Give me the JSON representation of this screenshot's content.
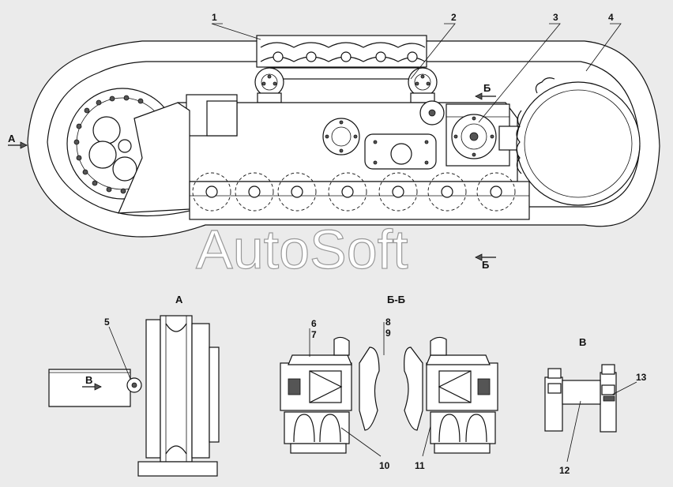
{
  "watermark": "AutoSoft",
  "callouts": {
    "c1": "1",
    "c2": "2",
    "c3": "3",
    "c4": "4",
    "c5": "5",
    "c6": "6",
    "c7": "7",
    "c8": "8",
    "c9": "9",
    "c10": "10",
    "c11": "11",
    "c12": "12",
    "c13": "13"
  },
  "view_labels": {
    "view_a_marker": "А",
    "view_a_title": "А",
    "section_b_top": "Б",
    "section_b_bottom": "Б",
    "section_bb_title": "Б-Б",
    "view_v_title": "В",
    "view_v_marker": "В"
  }
}
